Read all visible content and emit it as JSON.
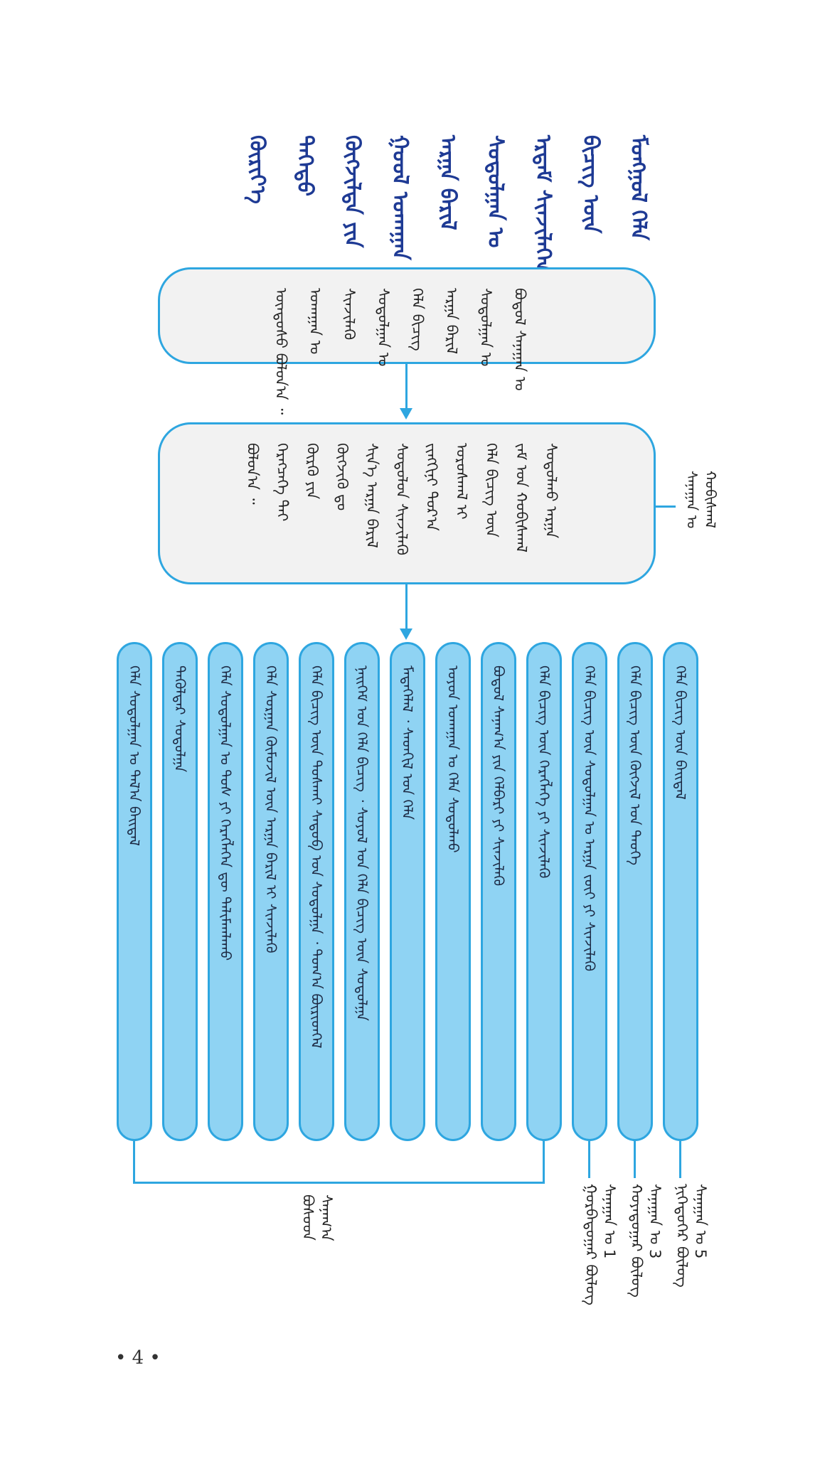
{
  "title_lines": [
    "ᠮᠣᠩᠭᠣᠯ ᠬᠡᠯᠡ",
    "ᠪᠢᠴᠢᠭ ᠦᠨ",
    "ᠡᠷᠳᠡᠮ ᠰᠢᠨᠵᠢᠯᠡᠭᠡᠨ ᠦ",
    "ᠰᠤᠳᠤᠯᠭᠠᠨ ᠤ",
    "ᠠᠷᠭᠠ ᠪᠠᠷᠢᠯ",
    "ᠭᠤᠤᠯ ᠤᠬᠠᠭᠠᠨ ᠤ",
    "ᠬᠥᠭᠵᠢᠯᠲᠡ ᠶᠢᠨ",
    "ᠳᠡᠭᠡᠳᠦ",
    "ᠬᠦᠷᠢᠶ᠎ᠡ"
  ],
  "box1": {
    "lines": [
      "ᠪᠣᠳᠣᠯ ᠰᠠᠨᠠᠭᠠᠨ ᠤ",
      "ᠰᠤᠳᠤᠯᠭᠠᠨ ᠤ",
      "ᠠᠷᠭᠠ ᠪᠠᠷᠢᠯ",
      "ᠬᠡᠯᠡ ᠪᠢᠴᠢᠭ",
      "ᠰᠤᠳᠤᠯᠭᠠᠨ ᠤ",
      "ᠰᠢᠨᠵᠢᠯᠡᠬᠦ",
      "ᠤᠬᠠᠭᠠᠨ ᠤ",
      "ᠦᠨᠳᠦᠰᠦ ᠪᠣᠯᠤᠨ᠎ᠠ ᠃"
    ]
  },
  "box2": {
    "lines": [
      "ᠰᠤᠳᠤᠯᠬᠤ ᠠᠷᠭᠠ",
      "ᠵᠠᠮ ᠤᠨ ᠬᠤᠪᠢᠰᠬᠠᠯ",
      "ᠬᠡᠯᠡ ᠪᠢᠴᠢᠭ ᠦᠨ",
      "ᠤᠷᠤᠰᠬᠠᠯ ᠢ",
      "ᠵᠢᠩᠬᠢᠨᠢ ᠳᠤᠷ᠎ᠠ",
      "ᠰᠤᠳᠤᠯᠤᠨ ᠰᠢᠨᠵᠢᠯᠡᠬᠦ",
      "ᠰᠢᠨ᠎ᠡ ᠠᠷᠭᠠ ᠪᠠᠷᠢᠯ",
      "ᠬᠥᠭᠵᠢᠬᠦ ᠳᠤ",
      "ᠬᠦᠷᠬᠦ ᠶᠢᠨ",
      "ᠬᠡᠷᠡᠭᠴᠡᠭᠡ ᠲᠠᠢ",
      "ᠪᠣᠯᠤᠨ᠎ᠠ ᠃"
    ],
    "label": "ᠰᠠᠨᠠᠭᠠᠨ ᠤ\nᠬᠤᠪᠢᠰᠬᠠᠯ"
  },
  "bars": [
    "ᠬᠡᠯᠡ ᠪᠢᠴᠢᠭ ᠦᠨ ᠪᠠᠢᠳᠠᠯ",
    "ᠬᠡᠯᠡ ᠪᠢᠴᠢᠭ ᠦᠨ ᠬᠥᠭᠵᠢᠯ ᠤᠨ ᠲᠡᠦᠬᠡ",
    "ᠬᠡᠯᠡ ᠪᠢᠴᠢᠭ ᠦᠨ ᠰᠤᠳᠤᠯᠭᠠᠨ ᠤ ᠠᠷᠭᠠ ᠵᠦᠢ ᠶᠢ ᠰᠢᠨᠵᠢᠯᠡᠬᠦ",
    "ᠬᠡᠯᠡ ᠪᠢᠴᠢᠭ ᠦᠨ ᠬᠡᠷᠡᠭᠯᠡᠭᠡ ᠶᠢ ᠰᠢᠨᠵᠢᠯᠡᠬᠦ",
    "ᠪᠣᠳᠣᠯ ᠰᠠᠨᠠᠭ᠎ᠠ ᠶᠢᠨ ᠬᠡᠯᠪᠡᠷᠢ ᠶᠢ ᠰᠢᠨᠵᠢᠯᠡᠬᠦ",
    "ᠣᠶᠤᠨ ᠤᠬᠠᠭᠠᠨ ᠤ ᠬᠡᠯᠡ ᠰᠤᠳᠤᠯᠬᠤ",
    "ᠮᠡᠳᠡᠭᠡᠯᠡᠯ ᠂ ᠰᠡᠳᠬᠢᠯ ᠤᠨ ᠬᠡᠯᠡ",
    "ᠨᠡᠢᠭᠡᠮ ᠤᠨ ᠬᠡᠯᠡ ᠪᠢᠴᠢᠭ ᠂ ᠰᠣᠶᠣᠯ ᠤᠨ ᠬᠡᠯᠡ ᠪᠢᠴᠢᠭ ᠦᠨ ᠰᠤᠳᠤᠯᠭᠠ",
    "ᠬᠡᠯᠡ ᠪᠢᠴᠢᠭ ᠦᠨ ᠲᠤᠰᠬᠠᠢ ᠰᠡᠳᠦᠪ ᠤᠨ ᠰᠤᠳᠤᠯᠭᠠ ᠂ ᠲᠣᠭ᠎ᠠ ᠪᠦᠷᠢᠳᠬᠡᠯ",
    "ᠬᠡᠯᠡ ᠰᠤᠷᠭᠠᠨ ᠬᠦᠮᠦᠵᠢᠯ ᠦᠨ ᠠᠷᠭᠠ ᠪᠠᠷᠢᠯ ᠢ ᠰᠢᠨᠵᠢᠯᠡᠬᠦ",
    "ᠬᠡᠯᠡ ᠰᠤᠳᠤᠯᠭᠠᠨ ᠤ ᠲᠤᠰ ᠶᠢ ᠬᠡᠷᠡᠭᠯᠡᠭᠡᠨ ᠳᠦ ᠳᠠᠯᠢᠮᠠᠭᠯᠠᠬᠤ",
    "ᠲᠡᠭᠦᠯᠳᠡᠷ ᠰᠤᠳᠤᠯᠭᠠ",
    "ᠬᠡᠯᠡ ᠰᠤᠳᠤᠯᠭᠠᠨ ᠤ ᠲᠠᠯ᠎ᠠ ᠪᠠᠢᠳᠠᠯ"
  ],
  "bottom_labels": [
    "ᠨᠢᠭᠡᠳᠦᠭᠡᠷ ᠪᠦᠯᠦᠭ\nᠰᠠᠨᠠᠭᠠᠨ ᠤ 5",
    "ᠬᠣᠶᠠᠳᠤᠭᠠᠷ ᠪᠦᠯᠦᠭ\nᠰᠠᠨᠠᠭᠠᠨ ᠤ 3",
    "ᠭᠤᠷᠪᠠᠳᠤᠭᠠᠷ ᠪᠦᠯᠦᠭ\nᠰᠠᠨᠠᠭᠠᠨ ᠤ 1",
    "ᠪᠤᠰᠤᠳ\nᠰᠠᠨᠠᠭ᠎ᠠ"
  ],
  "page_number": "• 4 •"
}
